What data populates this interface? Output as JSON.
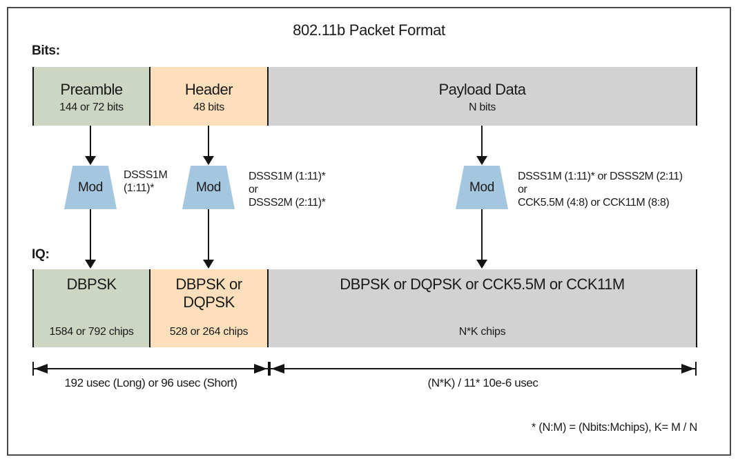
{
  "title": "802.11b Packet Format",
  "row_labels": {
    "bits": "Bits:",
    "iq": "IQ:"
  },
  "bits_row": {
    "blocks": [
      {
        "name": "Preamble",
        "size": "144 or 72 bits"
      },
      {
        "name": "Header",
        "size": "48 bits"
      },
      {
        "name": "Payload Data",
        "size": "N bits"
      }
    ]
  },
  "modulators": [
    {
      "block_label": "Mod",
      "annotation_lines": [
        "DSSS1M",
        "(1:11)*"
      ]
    },
    {
      "block_label": "Mod",
      "annotation_lines": [
        "DSSS1M (1:11)*",
        "or",
        "DSSS2M (2:11)*"
      ]
    },
    {
      "block_label": "Mod",
      "annotation_lines": [
        "DSSS1M (1:11)* or DSSS2M (2:11)",
        "or",
        "CCK5.5M (4:8) or CCK11M (8:8)"
      ]
    }
  ],
  "iq_row": {
    "blocks": [
      {
        "name": "DBPSK",
        "size": "1584 or 792 chips"
      },
      {
        "name": "DBPSK or DQPSK",
        "size": "528 or 264 chips"
      },
      {
        "name": "DBPSK or DQPSK or CCK5.5M or CCK11M",
        "size": "N*K chips"
      }
    ]
  },
  "timing": {
    "preamble_header": "192 usec (Long) or 96 usec (Short)",
    "payload": "(N*K) / 11* 10e-6 usec"
  },
  "footnote": "* (N:M) = (Nbits:Mchips), K= M / N",
  "colors": {
    "preamble_green": "#ccd6c2",
    "header_orange": "#fde0bb",
    "payload_gray": "#d2d2d2",
    "modulator_blue": "#a4c6de",
    "line_black": "#141414"
  }
}
